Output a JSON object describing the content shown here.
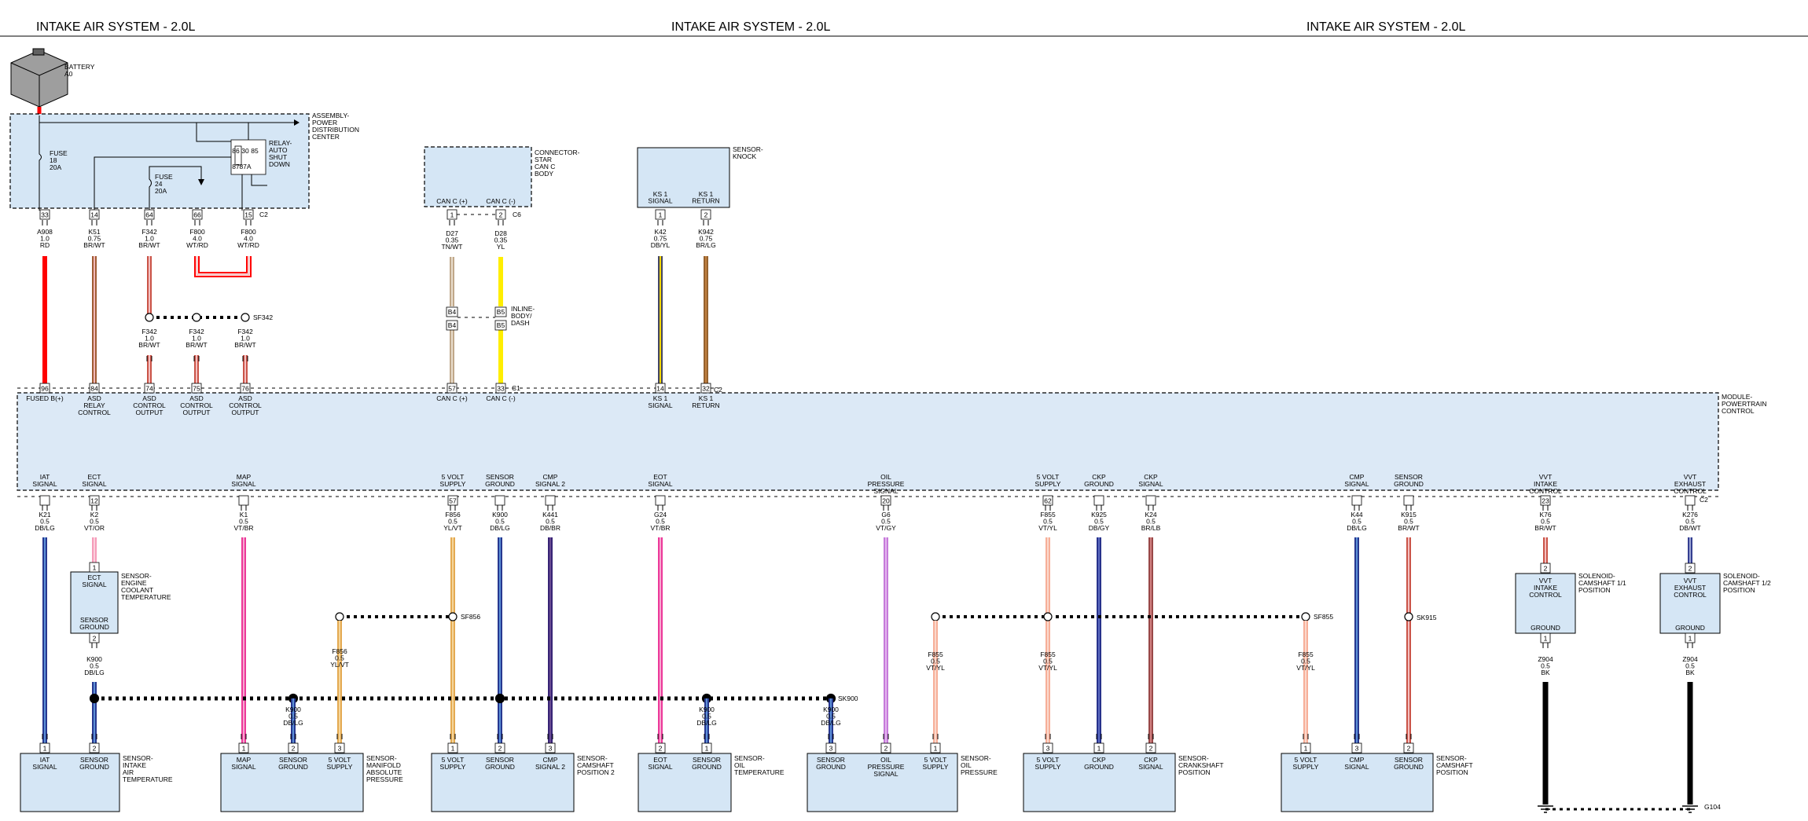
{
  "page": {
    "title_left": "INTAKE AIR SYSTEM - 2.0L",
    "title_center": "INTAKE AIR SYSTEM - 2.0L",
    "title_right": "INTAKE AIR SYSTEM - 2.0L"
  },
  "battery": {
    "name": "BATTERY",
    "sub": "A0"
  },
  "pdc": {
    "name": [
      "ASSEMBLY-",
      "POWER",
      "DISTRIBUTION",
      "CENTER"
    ],
    "connector": "C2",
    "fuse18": [
      "FUSE",
      "18",
      "20A"
    ],
    "fuse24": [
      "FUSE",
      "24",
      "20A"
    ],
    "relay": [
      "RELAY-",
      "AUTO",
      "SHUT",
      "DOWN"
    ],
    "relay_pins": [
      "86",
      "30",
      "85",
      "87",
      "87A"
    ]
  },
  "star": {
    "name": [
      "CONNECTOR-",
      "STAR",
      "CAN C",
      "BODY"
    ],
    "left": "CAN C (+)",
    "right": "CAN C (-)",
    "connector": "C6"
  },
  "knock": {
    "name": [
      "SENSOR-",
      "KNOCK"
    ],
    "left": [
      "KS 1",
      "SIGNAL"
    ],
    "right": [
      "KS 1",
      "RETURN"
    ]
  },
  "inline": {
    "name": [
      "INLINE-",
      "BODY/",
      "DASH"
    ],
    "pins": [
      "B4",
      "B4",
      "B5",
      "B5"
    ]
  },
  "pcm": {
    "name": [
      "MODULE-",
      "POWERTRAIN",
      "CONTROL"
    ],
    "top_connectors": [
      "C1",
      "C2"
    ],
    "bottom_connector": "C2"
  },
  "splices": {
    "sf342": "SF342",
    "sf856": "SF856",
    "sf855": "SF855",
    "sk900": "SK900",
    "sk915": "SK915"
  },
  "ground": "G104",
  "colors": {
    "fill_box": "#d5e6f5",
    "pcm_fill": "#dce9f6",
    "red": "#ff0000"
  },
  "top_wires": [
    {
      "pin_top": "33",
      "circ": "A908",
      "gauge": "1.0",
      "color": "RD",
      "pin_pcm": "96",
      "pcm_label": [
        "FUSED B(+)"
      ],
      "wire": [
        "#ff0000"
      ]
    },
    {
      "pin_top": "14",
      "circ": "K51",
      "gauge": "0.75",
      "color": "BR/WT",
      "pin_pcm": "84",
      "pcm_label": [
        "ASD",
        "RELAY",
        "CONTROL"
      ],
      "wire": [
        "#8b4513",
        "#f2b8b8"
      ]
    },
    {
      "pin_top": "64",
      "circ": "F342",
      "gauge": "1.0",
      "color": "BR/WT",
      "pin_pcm": "",
      "pcm_label": [],
      "wire": [
        "#c0392b",
        "#f4c0c0"
      ]
    },
    {
      "pin_top": "66",
      "circ": "F800",
      "gauge": "4.0",
      "color": "WT/RD",
      "pin_pcm": "",
      "pcm_label": [],
      "wire": [
        "#ff0000",
        "#f4c0c0"
      ]
    },
    {
      "pin_top": "15",
      "circ": "F800",
      "gauge": "4.0",
      "color": "WT/RD",
      "pin_pcm": "",
      "pcm_label": [],
      "wire": [
        "#ff0000",
        "#f4c0c0"
      ]
    },
    {
      "pin_top": "1",
      "circ": "D27",
      "gauge": "0.35",
      "color": "TN/WT",
      "pin_pcm": "57",
      "pcm_label": [
        "CAN C (+)"
      ],
      "wire": [
        "#b59a7a",
        "#e8dccb"
      ]
    },
    {
      "pin_top": "2",
      "circ": "D28",
      "gauge": "0.35",
      "color": "YL",
      "pin_pcm": "33",
      "pcm_label": [
        "CAN C (-)"
      ],
      "wire": [
        "#ffee00"
      ]
    },
    {
      "pin_top": "1",
      "circ": "K42",
      "gauge": "0.75",
      "color": "DB/YL",
      "pin_pcm": "14",
      "pcm_label": [
        "KS 1",
        "SIGNAL"
      ],
      "wire": [
        "#1a237e",
        "#f1d600"
      ]
    },
    {
      "pin_top": "2",
      "circ": "K942",
      "gauge": "0.75",
      "color": "BR/LG",
      "pin_pcm": "32",
      "pcm_label": [
        "KS 1",
        "RETURN"
      ],
      "wire": [
        "#8b5a2b",
        "#c08040"
      ]
    }
  ],
  "asd_outputs": [
    {
      "circ": "F342",
      "gauge": "1.0",
      "color": "BR/WT",
      "pin_pcm": "74",
      "pcm_label": [
        "ASD",
        "CONTROL",
        "OUTPUT"
      ]
    },
    {
      "circ": "F342",
      "gauge": "1.0",
      "color": "BR/WT",
      "pin_pcm": "75",
      "pcm_label": [
        "ASD",
        "CONTROL",
        "OUTPUT"
      ]
    },
    {
      "circ": "F342",
      "gauge": "1.0",
      "color": "BR/WT",
      "pin_pcm": "76",
      "pcm_label": [
        "ASD",
        "CONTROL",
        "OUTPUT"
      ]
    }
  ],
  "bottom_wires": [
    {
      "pcm_label": [
        "IAT",
        "SIGNAL"
      ],
      "pin_pcm": "",
      "circ": "K21",
      "gauge": "0.5",
      "color": "DB/LG",
      "wire": [
        "#1a237e",
        "#5c8fd6"
      ]
    },
    {
      "pcm_label": [
        "ECT",
        "SIGNAL"
      ],
      "pin_pcm": "12",
      "circ": "K2",
      "gauge": "0.5",
      "color": "VT/OR",
      "wire": [
        "#f48fb1",
        "#fbd0dc"
      ]
    },
    {
      "pcm_label": [
        "MAP",
        "SIGNAL"
      ],
      "pin_pcm": "",
      "circ": "K1",
      "gauge": "0.5",
      "color": "VT/BR",
      "wire": [
        "#e91e8c",
        "#f7a6cf"
      ]
    },
    {
      "pcm_label": [
        "5 VOLT",
        "SUPPLY"
      ],
      "pin_pcm": "57",
      "circ": "F856",
      "gauge": "0.5",
      "color": "YL/VT",
      "wire": [
        "#e0a040",
        "#f5d59a"
      ]
    },
    {
      "pcm_label": [
        "SENSOR",
        "GROUND"
      ],
      "pin_pcm": "",
      "circ": "K900",
      "gauge": "0.5",
      "color": "DB/LG",
      "wire": [
        "#1a237e",
        "#5c8fd6"
      ]
    },
    {
      "pcm_label": [
        "CMP",
        "SIGNAL 2"
      ],
      "pin_pcm": "",
      "circ": "K441",
      "gauge": "0.5",
      "color": "DB/BR",
      "wire": [
        "#2b1a6e",
        "#6a4c93"
      ]
    },
    {
      "pcm_label": [
        "EOT",
        "SIGNAL"
      ],
      "pin_pcm": "",
      "circ": "G24",
      "gauge": "0.5",
      "color": "VT/BR",
      "wire": [
        "#e91e8c",
        "#f7a6cf"
      ]
    },
    {
      "pcm_label": [
        "OIL",
        "PRESSURE",
        "SIGNAL"
      ],
      "pin_pcm": "20",
      "circ": "G6",
      "gauge": "0.5",
      "color": "VT/GY",
      "wire": [
        "#c06bd6",
        "#e2b4ee"
      ]
    },
    {
      "pcm_label": [
        "5 VOLT",
        "SUPPLY"
      ],
      "pin_pcm": "62",
      "circ": "F855",
      "gauge": "0.5",
      "color": "VT/YL",
      "wire": [
        "#f6a58c",
        "#fbd8cc"
      ]
    },
    {
      "pcm_label": [
        "CKP",
        "GROUND"
      ],
      "pin_pcm": "",
      "circ": "K925",
      "gauge": "0.5",
      "color": "DB/GY",
      "wire": [
        "#1a237e",
        "#5c6bc0"
      ]
    },
    {
      "pcm_label": [
        "CKP",
        "SIGNAL"
      ],
      "pin_pcm": "",
      "circ": "K24",
      "gauge": "0.5",
      "color": "BR/LB",
      "wire": [
        "#8b3a3a",
        "#d08080"
      ]
    },
    {
      "pcm_label": [
        "CMP",
        "SIGNAL"
      ],
      "pin_pcm": "",
      "circ": "K44",
      "gauge": "0.5",
      "color": "DB/LG",
      "wire": [
        "#1a237e",
        "#5c8fd6"
      ]
    },
    {
      "pcm_label": [
        "SENSOR",
        "GROUND"
      ],
      "pin_pcm": "",
      "circ": "K915",
      "gauge": "0.5",
      "color": "BR/WT",
      "wire": [
        "#c0392b",
        "#f4c0c0"
      ]
    },
    {
      "pcm_label": [
        "VVT",
        "INTAKE",
        "CONTROL"
      ],
      "pin_pcm": "23",
      "circ": "K76",
      "gauge": "0.5",
      "color": "BR/WT",
      "wire": [
        "#c0392b",
        "#f4c0c0"
      ]
    },
    {
      "pcm_label": [
        "VVT",
        "EXHAUST",
        "CONTROL"
      ],
      "pin_pcm": "",
      "circ": "K276",
      "gauge": "0.5",
      "color": "DB/WT",
      "wire": [
        "#1a237e",
        "#9ea7d6"
      ]
    }
  ],
  "ect_sensor": {
    "top": [
      "ECT",
      "SIGNAL"
    ],
    "bottom": [
      "SENSOR",
      "GROUND"
    ],
    "name": [
      "SENSOR-",
      "ENGINE",
      "COOLANT",
      "TEMPERATURE"
    ],
    "pin_top": "1",
    "pin_bot": "2"
  },
  "k900_ect": {
    "circ": "K900",
    "gauge": "0.5",
    "color": "DB/LG"
  },
  "k900_map": {
    "circ": "K900",
    "gauge": "0.5",
    "color": "DB/LG"
  },
  "k900_eot": {
    "circ": "K900",
    "gauge": "0.5",
    "color": "DB/LG"
  },
  "k900_oil": {
    "circ": "K900",
    "gauge": "0.5",
    "color": "DB/LG"
  },
  "f856_map": {
    "circ": "F856",
    "gauge": "0.5",
    "color": "YL/VT"
  },
  "f855_oil": {
    "circ": "F855",
    "gauge": "0.5",
    "color": "VT/YL"
  },
  "f855_ckp": {
    "circ": "F855",
    "gauge": "0.5",
    "color": "VT/YL"
  },
  "f855_cmp": {
    "circ": "F855",
    "gauge": "0.5",
    "color": "VT/YL"
  },
  "z904_in": {
    "circ": "Z904",
    "gauge": "0.5",
    "color": "BK"
  },
  "z904_ex": {
    "circ": "Z904",
    "gauge": "0.5",
    "color": "BK"
  },
  "solenoids": [
    {
      "top": [
        "VVT",
        "INTAKE",
        "CONTROL"
      ],
      "bottom": "GROUND",
      "name": [
        "SOLENOID-",
        "CAMSHAFT 1/1",
        "POSITION"
      ],
      "pin_top": "2",
      "pin_bot": "1"
    },
    {
      "top": [
        "VVT",
        "EXHAUST",
        "CONTROL"
      ],
      "bottom": "GROUND",
      "name": [
        "SOLENOID-",
        "CAMSHAFT 1/2",
        "POSITION"
      ],
      "pin_top": "2",
      "pin_bot": "1"
    }
  ],
  "bottom_sensors": [
    {
      "name": [
        "SENSOR-",
        "INTAKE",
        "AIR",
        "TEMPERATURE"
      ],
      "cols": [
        {
          "pin": "1",
          "label": [
            "IAT",
            "SIGNAL"
          ]
        },
        {
          "pin": "2",
          "label": [
            "SENSOR",
            "GROUND"
          ]
        }
      ]
    },
    {
      "name": [
        "SENSOR-",
        "MANIFOLD",
        "ABSOLUTE",
        "PRESSURE"
      ],
      "cols": [
        {
          "pin": "1",
          "label": [
            "MAP",
            "SIGNAL"
          ]
        },
        {
          "pin": "2",
          "label": [
            "SENSOR",
            "GROUND"
          ]
        },
        {
          "pin": "3",
          "label": [
            "5 VOLT",
            "SUPPLY"
          ]
        }
      ]
    },
    {
      "name": [
        "SENSOR-",
        "CAMSHAFT",
        "POSITION 2"
      ],
      "cols": [
        {
          "pin": "1",
          "label": [
            "5 VOLT",
            "SUPPLY"
          ]
        },
        {
          "pin": "2",
          "label": [
            "SENSOR",
            "GROUND"
          ]
        },
        {
          "pin": "3",
          "label": [
            "CMP",
            "SIGNAL 2"
          ]
        }
      ]
    },
    {
      "name": [
        "SENSOR-",
        "OIL",
        "TEMPERATURE"
      ],
      "cols": [
        {
          "pin": "2",
          "label": [
            "EOT",
            "SIGNAL"
          ]
        },
        {
          "pin": "1",
          "label": [
            "SENSOR",
            "GROUND"
          ]
        }
      ]
    },
    {
      "name": [
        "SENSOR-",
        "OIL",
        "PRESSURE"
      ],
      "cols": [
        {
          "pin": "3",
          "label": [
            "SENSOR",
            "GROUND"
          ]
        },
        {
          "pin": "2",
          "label": [
            "OIL",
            "PRESSURE",
            "SIGNAL"
          ]
        },
        {
          "pin": "1",
          "label": [
            "5 VOLT",
            "SUPPLY"
          ]
        }
      ]
    },
    {
      "name": [
        "SENSOR-",
        "CRANKSHAFT",
        "POSITION"
      ],
      "cols": [
        {
          "pin": "3",
          "label": [
            "5 VOLT",
            "SUPPLY"
          ]
        },
        {
          "pin": "1",
          "label": [
            "CKP",
            "GROUND"
          ]
        },
        {
          "pin": "2",
          "label": [
            "CKP",
            "SIGNAL"
          ]
        }
      ]
    },
    {
      "name": [
        "SENSOR-",
        "CAMSHAFT",
        "POSITION"
      ],
      "cols": [
        {
          "pin": "1",
          "label": [
            "5 VOLT",
            "SUPPLY"
          ]
        },
        {
          "pin": "3",
          "label": [
            "CMP",
            "SIGNAL"
          ]
        },
        {
          "pin": "2",
          "label": [
            "SENSOR",
            "GROUND"
          ]
        }
      ]
    }
  ]
}
